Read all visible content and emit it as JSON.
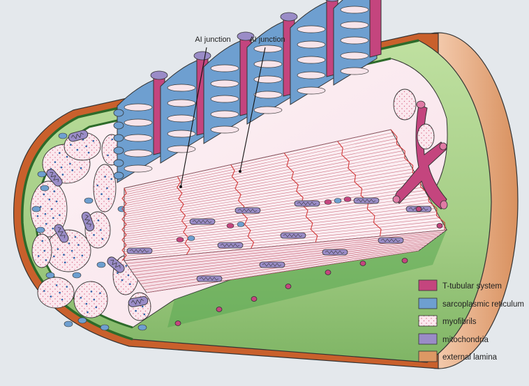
{
  "diagram": {
    "callouts": [
      {
        "label": "AI junction"
      },
      {
        "label": "AI junction"
      }
    ],
    "legend": [
      {
        "label": "T-tubular system",
        "color": "#c4457e"
      },
      {
        "label": "sarcoplasmic reticulum",
        "color": "#6e9fd0"
      },
      {
        "label": "myofibrils",
        "color": "#fbe8ee"
      },
      {
        "label": "mitochondria",
        "color": "#9a8cc7"
      },
      {
        "label": "external lamina",
        "color": "#dd9864"
      }
    ],
    "colors": {
      "background": "#e4e8ec",
      "membrane_green": "#4e9a48",
      "green_light": "#a9cf8a",
      "brown_rim": "#c9602c",
      "sarcomere_line": "#d23a3a",
      "dot_blue": "#2b5fa8"
    }
  }
}
